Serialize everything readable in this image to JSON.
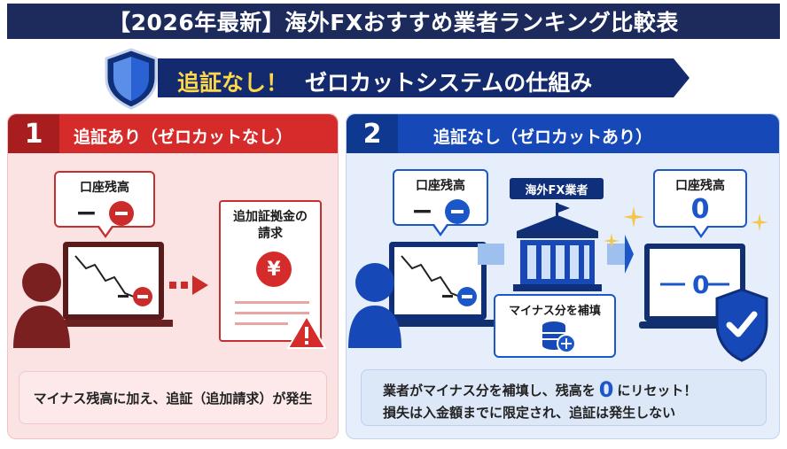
{
  "header": {
    "title": "【2026年最新】海外FXおすすめ業者ランキング比較表"
  },
  "ribbon": {
    "highlight": "追証なし！",
    "rest": "ゼロカットシステムの仕組み"
  },
  "panel1": {
    "number": "1",
    "title": "追証あり（ゼロカットなし）",
    "balance_label": "口座残高",
    "balance_value": "−",
    "screen_value": "−",
    "doc_title_line1": "追加証拠金の",
    "doc_title_line2": "請求",
    "yen_symbol": "¥",
    "note": "マイナス残高に加え、追証（追加請求）が発生"
  },
  "panel2": {
    "number": "2",
    "title": "追証なし（ゼロカットあり）",
    "balance_label": "口座残高",
    "balance_value": "−",
    "screen_value": "−",
    "broker_label": "海外FX業者",
    "result_label": "口座残高",
    "result_value": "0",
    "result_screen": "0",
    "fill_label": "マイナス分を補填",
    "note_line1_a": "業者がマイナス分を補填し、残高を",
    "note_line1_zero": "0",
    "note_line1_b": "にリセット！",
    "note_line2": "損失は入金額までに限定され、追証は発生しない"
  },
  "colors": {
    "navy": "#1c2a5c",
    "red": "#d62b2b",
    "blue": "#1648b8",
    "yellow": "#ffd84a"
  },
  "icons": [
    "shield-icon",
    "user-icon",
    "laptop-icon",
    "arrow-right-icon",
    "yen-icon",
    "warning-icon",
    "building-icon",
    "coins-plus-icon",
    "shield-check-icon",
    "sparkle-icon"
  ]
}
